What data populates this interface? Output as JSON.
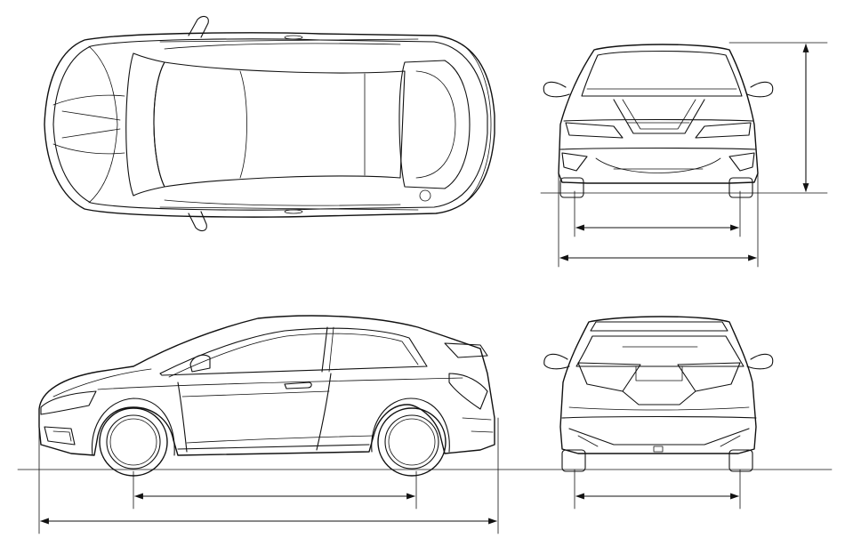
{
  "colors": {
    "line": "#111111",
    "background": "#ffffff"
  },
  "views": [
    "top",
    "front",
    "side",
    "rear"
  ]
}
